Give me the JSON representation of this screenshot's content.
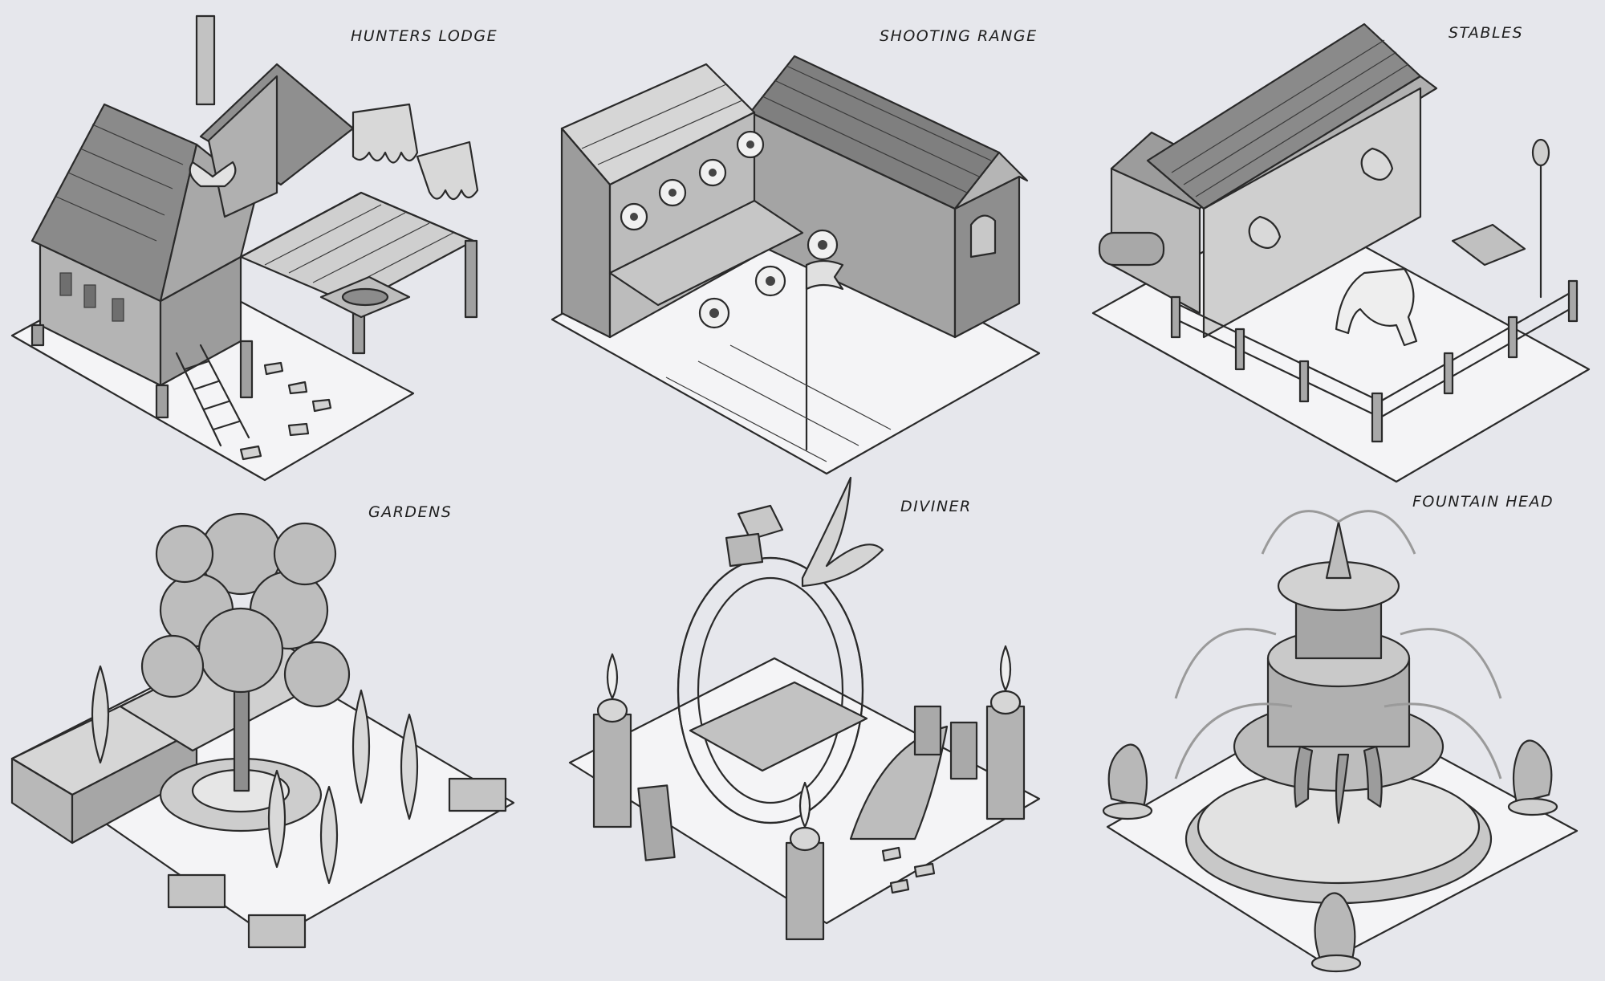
{
  "sheet": {
    "panels": [
      {
        "label": "HUNTERS LODGE"
      },
      {
        "label": "SHOOTING RANGE"
      },
      {
        "label": "STABLES"
      },
      {
        "label": "GARDENS"
      },
      {
        "label": "DIVINER"
      },
      {
        "label": "FOUNTAIN HEAD"
      }
    ]
  }
}
